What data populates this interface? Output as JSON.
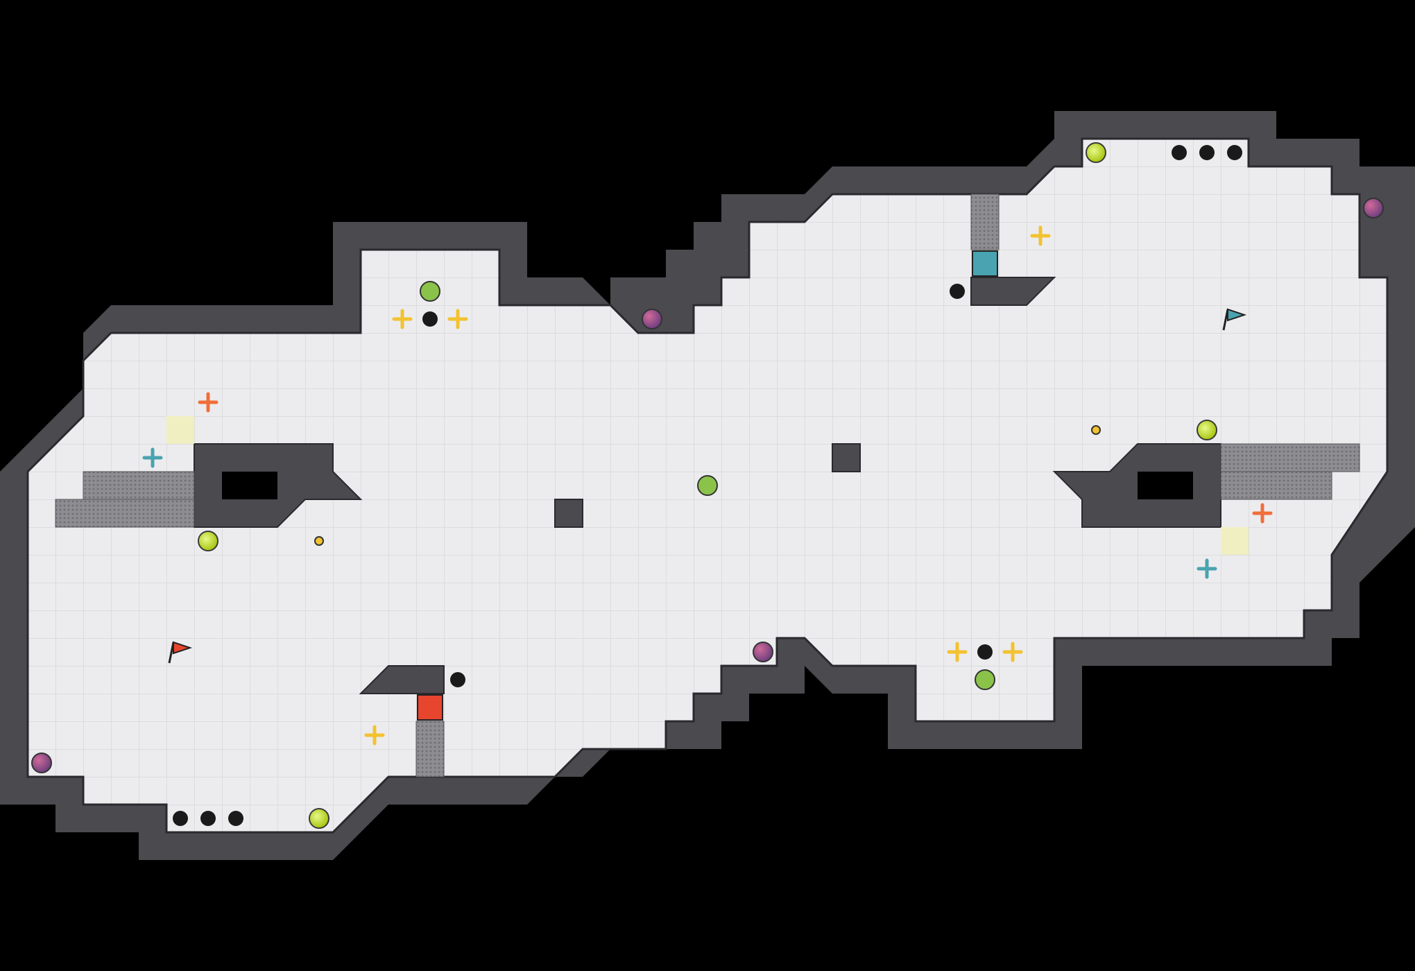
{
  "colors": {
    "background": "#000000",
    "floor": "#ececee",
    "grid": "#d6d6da",
    "wall": "#4a4a4f",
    "wall_edge": "#2a2a2e",
    "red_team": "#e8452f",
    "blue_team": "#4aa3b0"
  },
  "map": {
    "name": "",
    "columns": 51,
    "rows": 35,
    "tile_pixels": 40
  },
  "legend": {
    "flags": [
      "red-flag",
      "blue-flag"
    ],
    "team_tiles": [
      "red-team-tile",
      "blue-team-tile"
    ],
    "powerups": [
      "powerup-orb"
    ],
    "boosts": [
      "boost-yellow",
      "boost-red",
      "boost-blue"
    ],
    "spikes": [
      "spike"
    ],
    "bombs": [
      "bomb"
    ],
    "buttons": [
      "button"
    ],
    "gates": [
      "gate-tile"
    ],
    "portals": [
      "portal"
    ]
  }
}
